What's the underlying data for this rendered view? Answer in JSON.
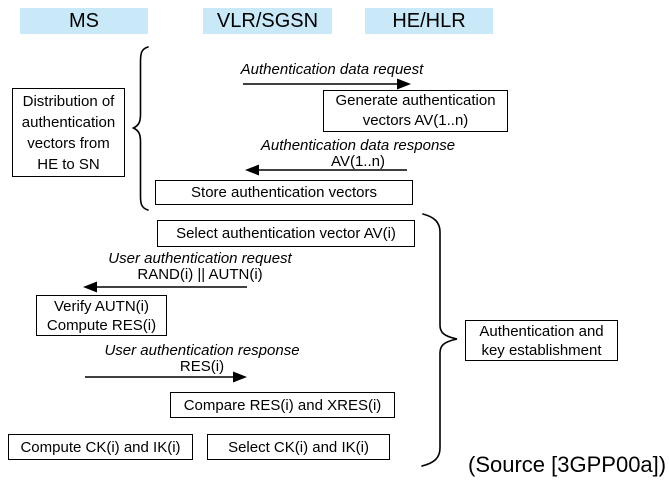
{
  "colors": {
    "header_bg": "#C9E9F8",
    "line": "#000000"
  },
  "headers": [
    {
      "label": "MS"
    },
    {
      "label": "VLR/SGSN"
    },
    {
      "label": "HE/HLR"
    }
  ],
  "messages": {
    "auth_data_request": {
      "title": "Authentication data request"
    },
    "auth_data_response": {
      "title": "Authentication data response",
      "param": "AV(1..n)"
    },
    "user_auth_request": {
      "title": "User authentication request",
      "param": "RAND(i) || AUTN(i)"
    },
    "user_auth_response": {
      "title": "User authentication response",
      "param": "RES(i)"
    }
  },
  "process_boxes": {
    "generate_vectors": "Generate authentication\nvectors AV(1..n)",
    "store_vectors": "Store authentication vectors",
    "select_vector": "Select authentication vector AV(i)",
    "verify_compute": "Verify AUTN(i)\nCompute RES(i)",
    "compare_res": "Compare RES(i) and XRES(i)",
    "compute_ck_ik": "Compute CK(i) and IK(i)",
    "select_ck_ik": "Select CK(i) and IK(i)"
  },
  "phase_labels": {
    "distribution": "Distribution of\nauthentication\nvectors from\nHE to SN",
    "auth_establishment": "Authentication and\nkey establishment"
  },
  "source_note": "(Source [3GPP00a])"
}
